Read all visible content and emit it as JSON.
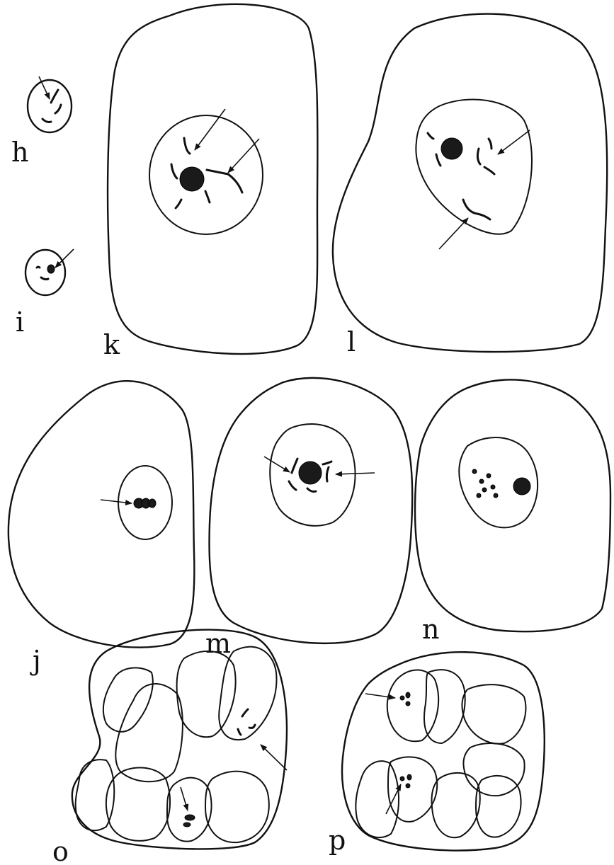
{
  "labels": {
    "h": "h",
    "i": "i",
    "j": "j",
    "k": "k",
    "l": "l",
    "m": "m",
    "n": "n",
    "o": "o",
    "p": "p"
  },
  "colors": {
    "ink": "#111111",
    "background": "#ffffff"
  }
}
